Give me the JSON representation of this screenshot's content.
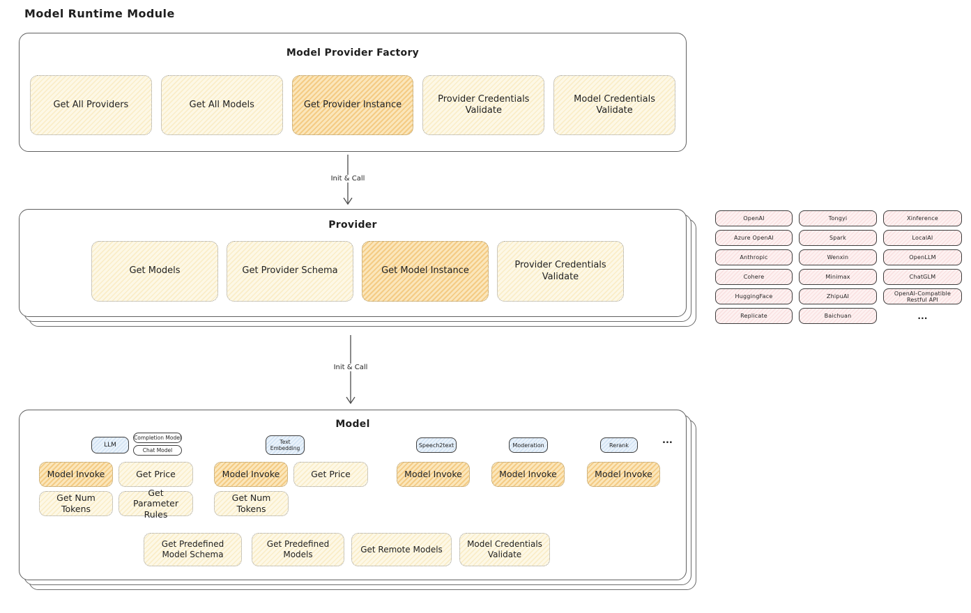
{
  "page": {
    "title": "Model Runtime Module"
  },
  "factory": {
    "title": "Model Provider Factory",
    "boxes": [
      {
        "label": "Get All Providers",
        "highlight": false
      },
      {
        "label": "Get All Models",
        "highlight": false
      },
      {
        "label": "Get Provider Instance",
        "highlight": true
      },
      {
        "label": "Provider Credentials Validate",
        "highlight": false
      },
      {
        "label": "Model Credentials Validate",
        "highlight": false
      }
    ]
  },
  "arrow1": {
    "label": "Init & Call"
  },
  "arrow2": {
    "label": "Init & Call"
  },
  "provider": {
    "title": "Provider",
    "boxes": [
      {
        "label": "Get Models",
        "highlight": false
      },
      {
        "label": "Get Provider Schema",
        "highlight": false
      },
      {
        "label": "Get Model Instance",
        "highlight": true
      },
      {
        "label": "Provider Credentials Validate",
        "highlight": false
      }
    ]
  },
  "providers_grid": {
    "items": [
      "OpenAI",
      "Tongyi",
      "Xinference",
      "Azure OpenAI",
      "Spark",
      "LocalAI",
      "Anthropic",
      "Wenxin",
      "OpenLLM",
      "Cohere",
      "Minimax",
      "ChatGLM",
      "HuggingFace",
      "ZhipuAI",
      "OpenAI-Compatible Restful API",
      "Replicate",
      "Baichuan"
    ],
    "ellipsis": "..."
  },
  "model": {
    "title": "Model",
    "tabs": {
      "llm": "LLM",
      "completion_model": "Completion Model",
      "chat_model": "Chat Model",
      "text_embedding": "Text Embedding",
      "speech2text": "Speech2text",
      "moderation": "Moderation",
      "rerank": "Rerank",
      "ellipsis": "..."
    },
    "functions": {
      "llm": {
        "invoke": "Model Invoke",
        "get_price": "Get Price",
        "get_num_tokens": "Get Num Tokens",
        "get_parameter_rules": "Get Parameter Rules"
      },
      "text_embedding": {
        "invoke": "Model Invoke",
        "get_price": "Get Price",
        "get_num_tokens": "Get Num Tokens"
      },
      "speech2text": {
        "invoke": "Model Invoke"
      },
      "moderation": {
        "invoke": "Model Invoke"
      },
      "rerank": {
        "invoke": "Model Invoke"
      }
    },
    "common": [
      {
        "label": "Get Predefined Model Schema"
      },
      {
        "label": "Get Predefined Models"
      },
      {
        "label": "Get Remote Models"
      },
      {
        "label": "Model Credentials Validate"
      }
    ]
  },
  "colors": {
    "yellow_fill": "#fdf8e6",
    "yellow_hatch": "#f1c453",
    "orange_fill": "#f9e2b0",
    "orange_hatch": "#eea841",
    "pink_fill": "#fdf1f1",
    "pink_hatch": "#e79696",
    "blue_fill": "#e9f2fb",
    "ink": "#1f1f1f",
    "border": "#5f5f5f"
  }
}
